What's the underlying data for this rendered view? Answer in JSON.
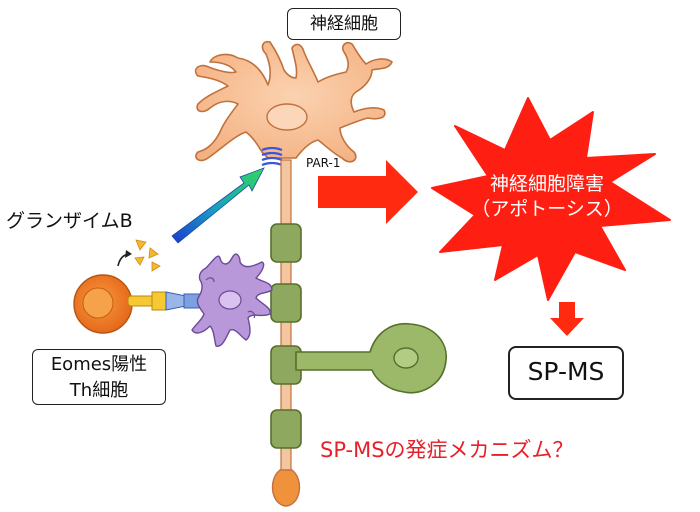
{
  "labels": {
    "neuron": "神経細胞",
    "granzyme": "グランザイムB",
    "par1": "PAR-1",
    "damage_line1": "神経細胞障害",
    "damage_line2": "（アポトーシス）",
    "eomes_line1": "Eomes陽性",
    "eomes_line2": "Th細胞",
    "spms": "SP-MS",
    "question": "SP-MSの発症メカニズム？"
  },
  "colors": {
    "neuron_body": "#f8c39a",
    "neuron_outline": "#c1713c",
    "axon": "#f3c6a0",
    "myelin": "#8fa860",
    "myelin_outline": "#56702c",
    "oligodendrocyte": "#9cb869",
    "burst": "#ff1e12",
    "arrow_red": "#ff2a10",
    "t_cell": "#f08228",
    "apc": "#b898d8",
    "question_text": "#e8202a"
  }
}
